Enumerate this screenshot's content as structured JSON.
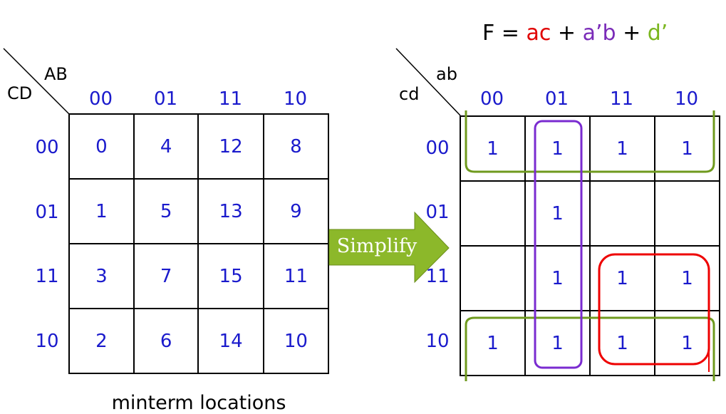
{
  "left_map": {
    "row_var": "CD",
    "col_var": "AB",
    "col_headers": [
      "00",
      "01",
      "11",
      "10"
    ],
    "row_headers": [
      "00",
      "01",
      "11",
      "10"
    ],
    "cells": [
      [
        "0",
        "4",
        "12",
        "8"
      ],
      [
        "1",
        "5",
        "13",
        "9"
      ],
      [
        "3",
        "7",
        "15",
        "11"
      ],
      [
        "2",
        "6",
        "14",
        "10"
      ]
    ],
    "caption": "minterm locations"
  },
  "arrow": {
    "label": "Simplify",
    "color": "#8cb82a"
  },
  "right_map": {
    "row_var": "cd",
    "col_var": "ab",
    "col_headers": [
      "00",
      "01",
      "11",
      "10"
    ],
    "row_headers": [
      "00",
      "01",
      "11",
      "10"
    ],
    "cells": [
      [
        "1",
        "1",
        "1",
        "1"
      ],
      [
        "",
        "1",
        "",
        ""
      ],
      [
        "",
        "1",
        "1",
        "1"
      ],
      [
        "1",
        "1",
        "1",
        "1"
      ]
    ]
  },
  "formula": {
    "prefix": "F = ",
    "term1": "ac",
    "sep1": " + ",
    "term2": "a’b",
    "sep2": " + ",
    "term3": "d’",
    "colors": {
      "ac": "#e00000",
      "a_prime_b": "#7a2bb8",
      "d_prime": "#7ab61e"
    }
  },
  "group_colors": {
    "ac": "#ee0000",
    "a_prime_b": "#7a2bd0",
    "d_prime": "#6f9a1e"
  }
}
